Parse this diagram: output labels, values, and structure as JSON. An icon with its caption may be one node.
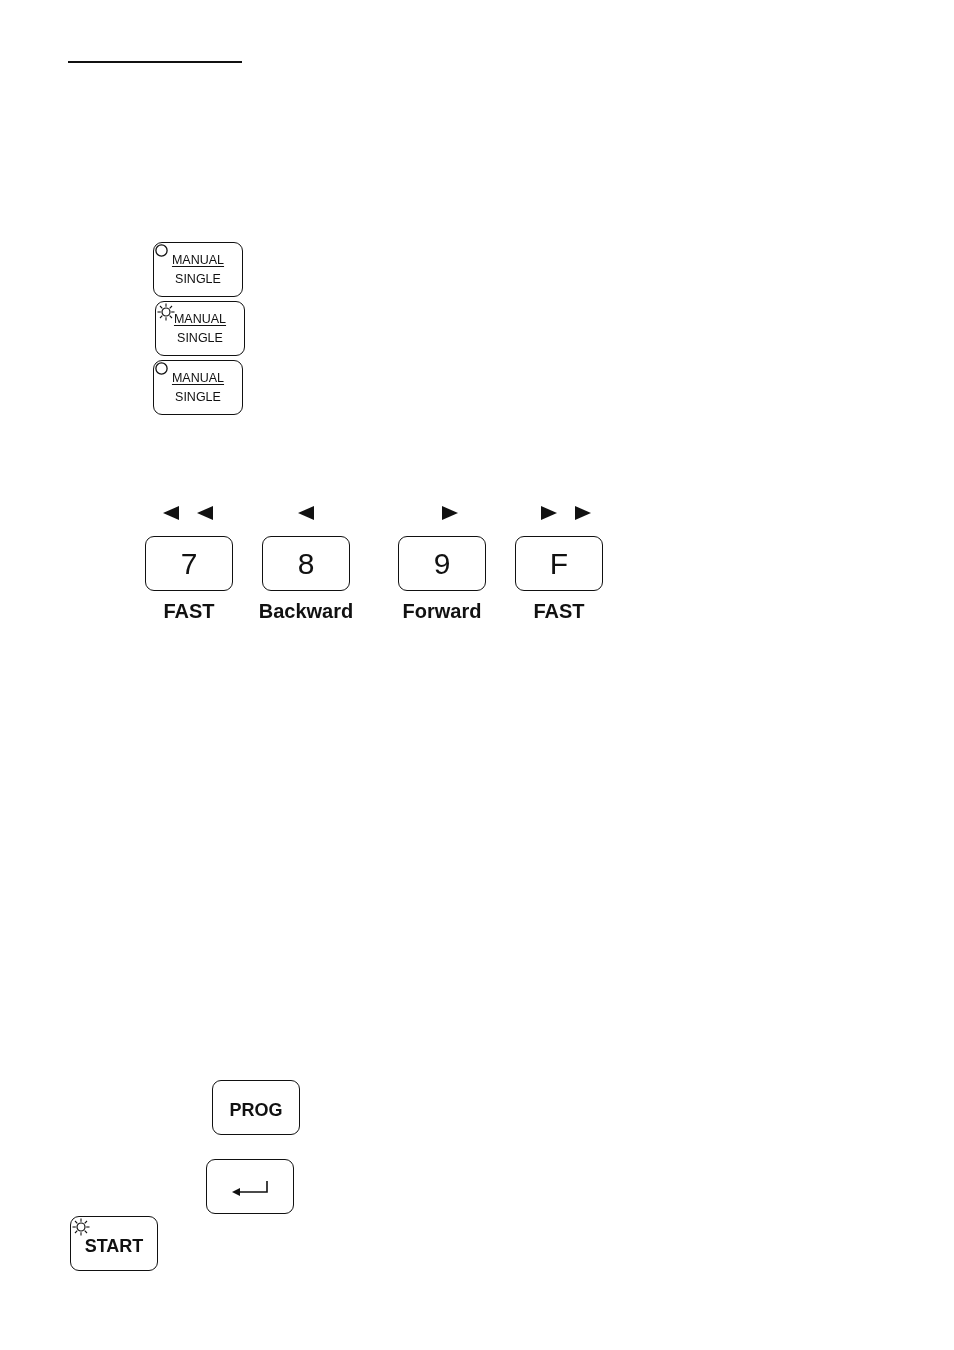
{
  "diagram": {
    "nodes": [
      {
        "text": [
          "MANUAL",
          "SINGLE"
        ]
      },
      {
        "text": [
          "MANUAL",
          "SINGLE"
        ]
      },
      {
        "text": [
          "MANUAL",
          "SINGLE"
        ]
      },
      {
        "text": [
          "7"
        ],
        "beside": [
          "FAST"
        ]
      },
      {
        "text": [
          "8"
        ],
        "beside": [
          "Backward"
        ]
      },
      {
        "text": [
          "9"
        ],
        "beside": [
          "Forward"
        ]
      },
      {
        "text": [
          "F"
        ],
        "beside": [
          "FAST"
        ]
      },
      {
        "text": [
          "PROG"
        ]
      },
      {
        "text": [],
        "shape": "box"
      },
      {
        "text": [
          "START"
        ]
      }
    ]
  }
}
